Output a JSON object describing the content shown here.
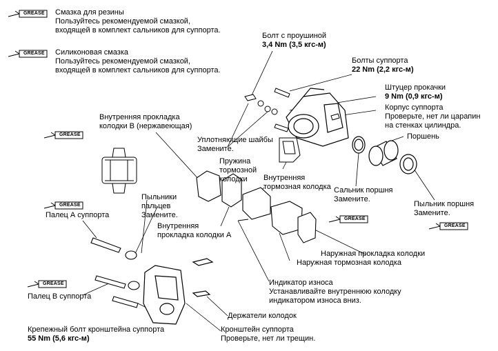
{
  "grease_tag": "GREASE",
  "labels": {
    "rubber_grease": {
      "title": "Смазка для резины",
      "lines": [
        "Пользуйтесь рекомендуемой смазкой,",
        "входящей в комплект сальников для суппорта."
      ]
    },
    "silicone_grease": {
      "title": "Силиконовая смазка",
      "lines": [
        "Пользуйтесь рекомендуемой смазкой,",
        "входящей в комплект сальников для суппорта."
      ]
    },
    "eye_bolt": {
      "title": "Болт с проушиной",
      "torque": "3,4 Nm (3,5 кгс-м)"
    },
    "caliper_bolts": {
      "title": "Болты суппорта",
      "torque": "22 Nm (2,2 кгс-м)"
    },
    "bleeder": {
      "title": "Штуцер прокачки",
      "torque": "9 Nm (0,9 кгс-м)"
    },
    "caliper_body": {
      "title": "Корпус суппорта",
      "lines": [
        "Проверьте, нет ли царапин",
        "на стенках цилиндра."
      ]
    },
    "piston": "Поршень",
    "inner_shim_b": [
      "Внутренняя прокладка",
      "колодки В (нержавеющая)"
    ],
    "sealing_washers": [
      "Уплотняющие шайбы",
      "Замените."
    ],
    "pad_spring": [
      "Пружина",
      "тормозной",
      "колодки"
    ],
    "inner_pad": [
      "Внутренняя",
      "тормозная колодка"
    ],
    "pin_boots": [
      "Пыльники",
      "пальцев",
      "Замените."
    ],
    "pin_a": "Палец А суппорта",
    "inner_shim_a": [
      "Внутренняя",
      "прокладка колодки А"
    ],
    "piston_seal": [
      "Сальник поршня",
      "Замените."
    ],
    "piston_boot": [
      "Пыльник поршня",
      "Замените."
    ],
    "outer_shim": "Наружная прокладка колодки",
    "outer_pad": "Наружная тормозная колодка",
    "pin_b": "Палец В суппорта",
    "wear_indicator": [
      "Индикатор износа",
      "Устанавливайте внутреннюю колодку",
      "индикатором износа вниз."
    ],
    "pad_retainers": "Держатели колодок",
    "bracket_bolt": {
      "title": "Крепежный болт кронштейна суппорта",
      "torque": "55 Nm (5,6 кгс-м)"
    },
    "bracket": [
      "Кронштейн суппорта",
      "Проверьте, нет ли трещин."
    ]
  },
  "icons": [
    "grease-gun-icon"
  ]
}
